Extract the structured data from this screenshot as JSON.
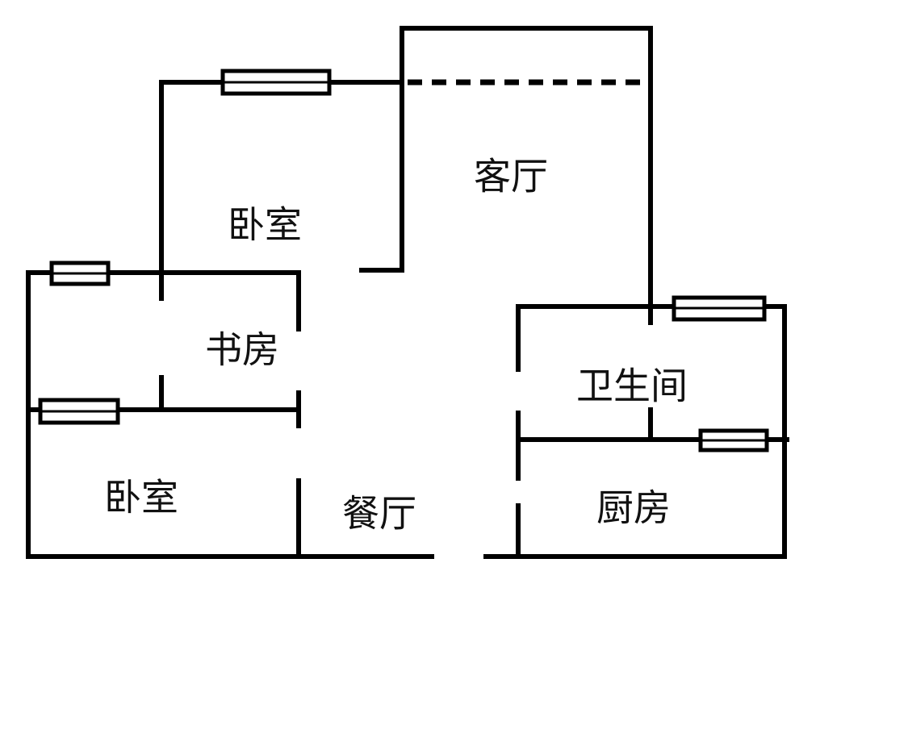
{
  "floorplan": {
    "rooms": {
      "living_room": "客厅",
      "bedroom_upper": "卧室",
      "study": "书房",
      "bathroom": "卫生间",
      "bedroom_lower": "卧室",
      "dining_room": "餐厅",
      "kitchen": "厨房"
    }
  }
}
